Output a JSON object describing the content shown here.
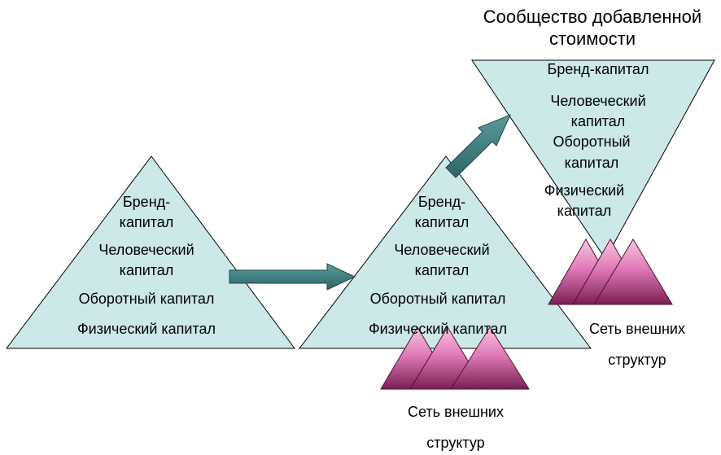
{
  "title": {
    "line1": "Сообщество добавленной",
    "line2": "стоимости"
  },
  "pyramid_left": {
    "brand_1": "Бренд-",
    "brand_2": "капитал",
    "human_1": "Человеческий",
    "human_2": "капитал",
    "working": "Оборотный капитал",
    "physical": "Физический капитал"
  },
  "pyramid_middle": {
    "brand_1": "Бренд-",
    "brand_2": "капитал",
    "human_1": "Человеческий",
    "human_2": "капитал",
    "working": "Оборотный капитал",
    "physical": "Физический капитал"
  },
  "pyramid_inverted": {
    "brand": "Бренд-капитал",
    "human_1": "Человеческий",
    "human_2": "капитал",
    "working_1": "Оборотный",
    "working_2": "капитал",
    "physical_1": "Физический",
    "physical_2": "капитал"
  },
  "network_middle": {
    "line1": "Сеть внешних",
    "line2": "структур"
  },
  "network_right": {
    "line1": "Сеть внешних",
    "line2": "структур"
  },
  "colors": {
    "pyramid_fill": "#cce8e8",
    "arrow_fill": "#3f7f80",
    "mountain_light": "#f5b3d8",
    "mountain_dark": "#7a1f52"
  }
}
